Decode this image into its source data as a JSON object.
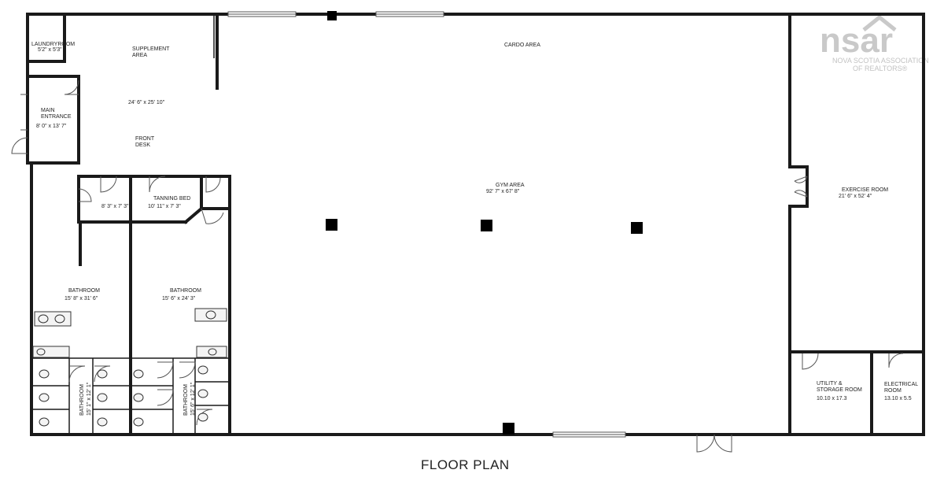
{
  "logo": {
    "main": "nsar",
    "line1": "NOVA SCOTIA ASSOCIATION",
    "line2": "OF REALTORS®"
  },
  "caption": "FLOOR PLAN",
  "rooms": {
    "laundry": {
      "name": "LAUNDRYROOM",
      "dims": "5'2\" x 5'3\""
    },
    "supplement": {
      "line1": "SUPPLEMENT",
      "line2": "AREA",
      "dims": "24' 6\" x 25' 10\""
    },
    "front_desk": {
      "line1": "FRONT",
      "line2": "DESK"
    },
    "main_entrance": {
      "line1": "MAIN",
      "line2": "ENTRANCE",
      "dims": "8' 0\" x 13' 7\""
    },
    "cardio": {
      "name": "CARDO AREA"
    },
    "gym": {
      "name": "GYM AREA",
      "dims": "92' 7\" x 67' 8\""
    },
    "exercise": {
      "name": "EXERCISE ROOM",
      "dims": "21' 6\" x 52' 4\""
    },
    "small_room": {
      "dims": "8' 3\" x 7' 3\""
    },
    "tanning": {
      "name": "TANNING BED",
      "dims": "10' 11\" x 7' 3\""
    },
    "bathroom1": {
      "name": "BATHROOM",
      "dims": "15' 8\" x 31' 6\""
    },
    "bathroom2": {
      "name": "BATHROOM",
      "dims": "15' 6\" x 24' 3\""
    },
    "bathroom3": {
      "name": "BATHROOM",
      "dims": "15' 1\" x 12' 1\""
    },
    "bathroom4": {
      "name": "BATHROOM",
      "dims": "15' 6\" x 12' 1\""
    },
    "utility": {
      "line1": "UTILITY &",
      "line2": "STORAGE ROOM",
      "dims": "10.10 x 17.3"
    },
    "electrical": {
      "line1": "ELECTRICAL",
      "line2": "ROOM",
      "dims": "13.10 x 5.5"
    }
  }
}
